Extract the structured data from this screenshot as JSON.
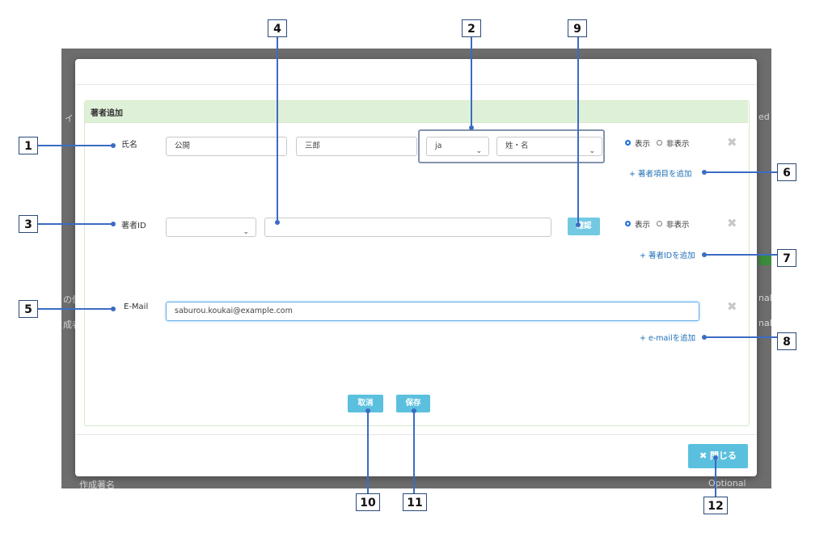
{
  "background": {
    "fragments": [
      "イト",
      "ed",
      "の側",
      "成者",
      "nal",
      "nal",
      "作成著名",
      "Optional"
    ]
  },
  "panel": {
    "title": "著者追加"
  },
  "rows": {
    "name": {
      "label": "氏名",
      "last_name": "公開",
      "first_name": "三郎",
      "lang": "ja",
      "order": "姓・名",
      "show": "表示",
      "hide": "非表示"
    },
    "author_id": {
      "label": "著者ID",
      "type_value": "",
      "id_value": "",
      "confirm": "確認",
      "show": "表示",
      "hide": "非表示"
    },
    "email": {
      "label": "E-Mail",
      "value": "saburou.koukai@example.com"
    }
  },
  "links": {
    "add_author_item": "+ 著者項目を追加",
    "add_author_id": "+ 著者IDを追加",
    "add_email": "+ e-mailを追加"
  },
  "buttons": {
    "cancel": "取消",
    "save": "保存",
    "close": "閉じる"
  },
  "icons": {
    "remove": "close-x-icon",
    "close_button": "close-x-icon",
    "select": "chevron-down-icon"
  },
  "callouts": [
    "1",
    "2",
    "3",
    "4",
    "5",
    "6",
    "7",
    "8",
    "9",
    "10",
    "11",
    "12"
  ],
  "colors": {
    "accent": "#5bc0de",
    "panel_heading": "#dff0d8",
    "callout_line": "#3b6cc4",
    "link": "#1e6fb5"
  }
}
